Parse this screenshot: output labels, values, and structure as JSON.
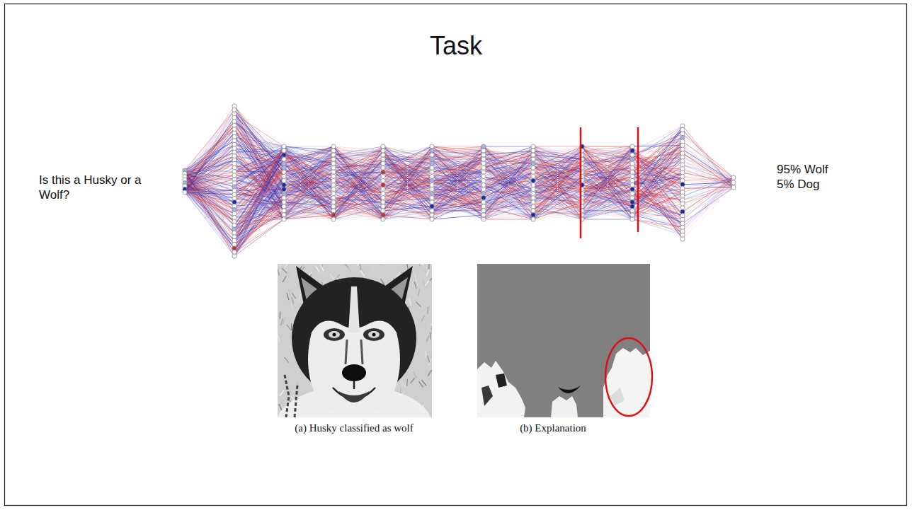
{
  "diagram": {
    "title": "Task",
    "labels": [
      "Is this a Husky or a Wolf?",
      "95% Wolf",
      "5% Dog",
      "(a) Husky classified as wolf",
      "(b) Explanation"
    ]
  }
}
